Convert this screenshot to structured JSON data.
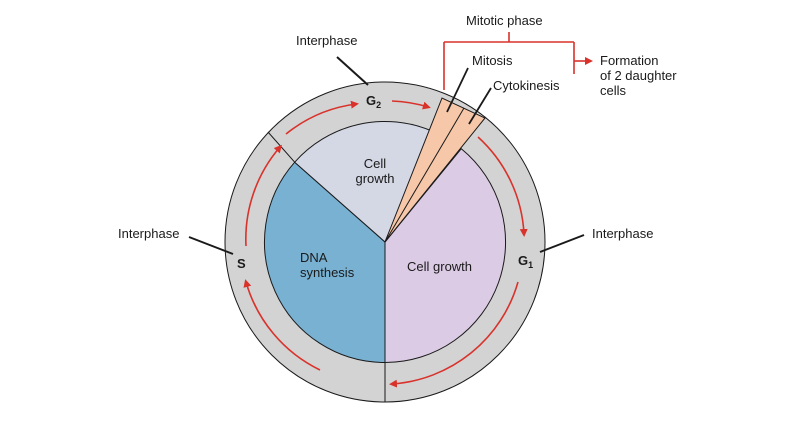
{
  "colors": {
    "outer_ring": "#d3d3d3",
    "g2_growth": "#d4d7e4",
    "dna_synthesis": "#78b1d2",
    "g1_growth": "#dccbe5",
    "mitotic": "#f7c7a9",
    "arrow": "#d9322b",
    "outline": "#1a1a1a"
  },
  "labels": {
    "mitotic_phase": "Mitotic phase",
    "mitosis": "Mitosis",
    "cytokinesis": "Cytokinesis",
    "formation": [
      "Formation",
      "of 2 daughter",
      "cells"
    ],
    "interphase_top": "Interphase",
    "interphase_left": "Interphase",
    "interphase_right": "Interphase",
    "g2_growth": [
      "Cell",
      "growth"
    ],
    "dna_synthesis": [
      "DNA",
      "synthesis"
    ],
    "g1_growth": "Cell growth",
    "phase_g2": {
      "letter": "G",
      "sub": "2"
    },
    "phase_s": "S",
    "phase_g1": {
      "letter": "G",
      "sub": "1"
    }
  }
}
